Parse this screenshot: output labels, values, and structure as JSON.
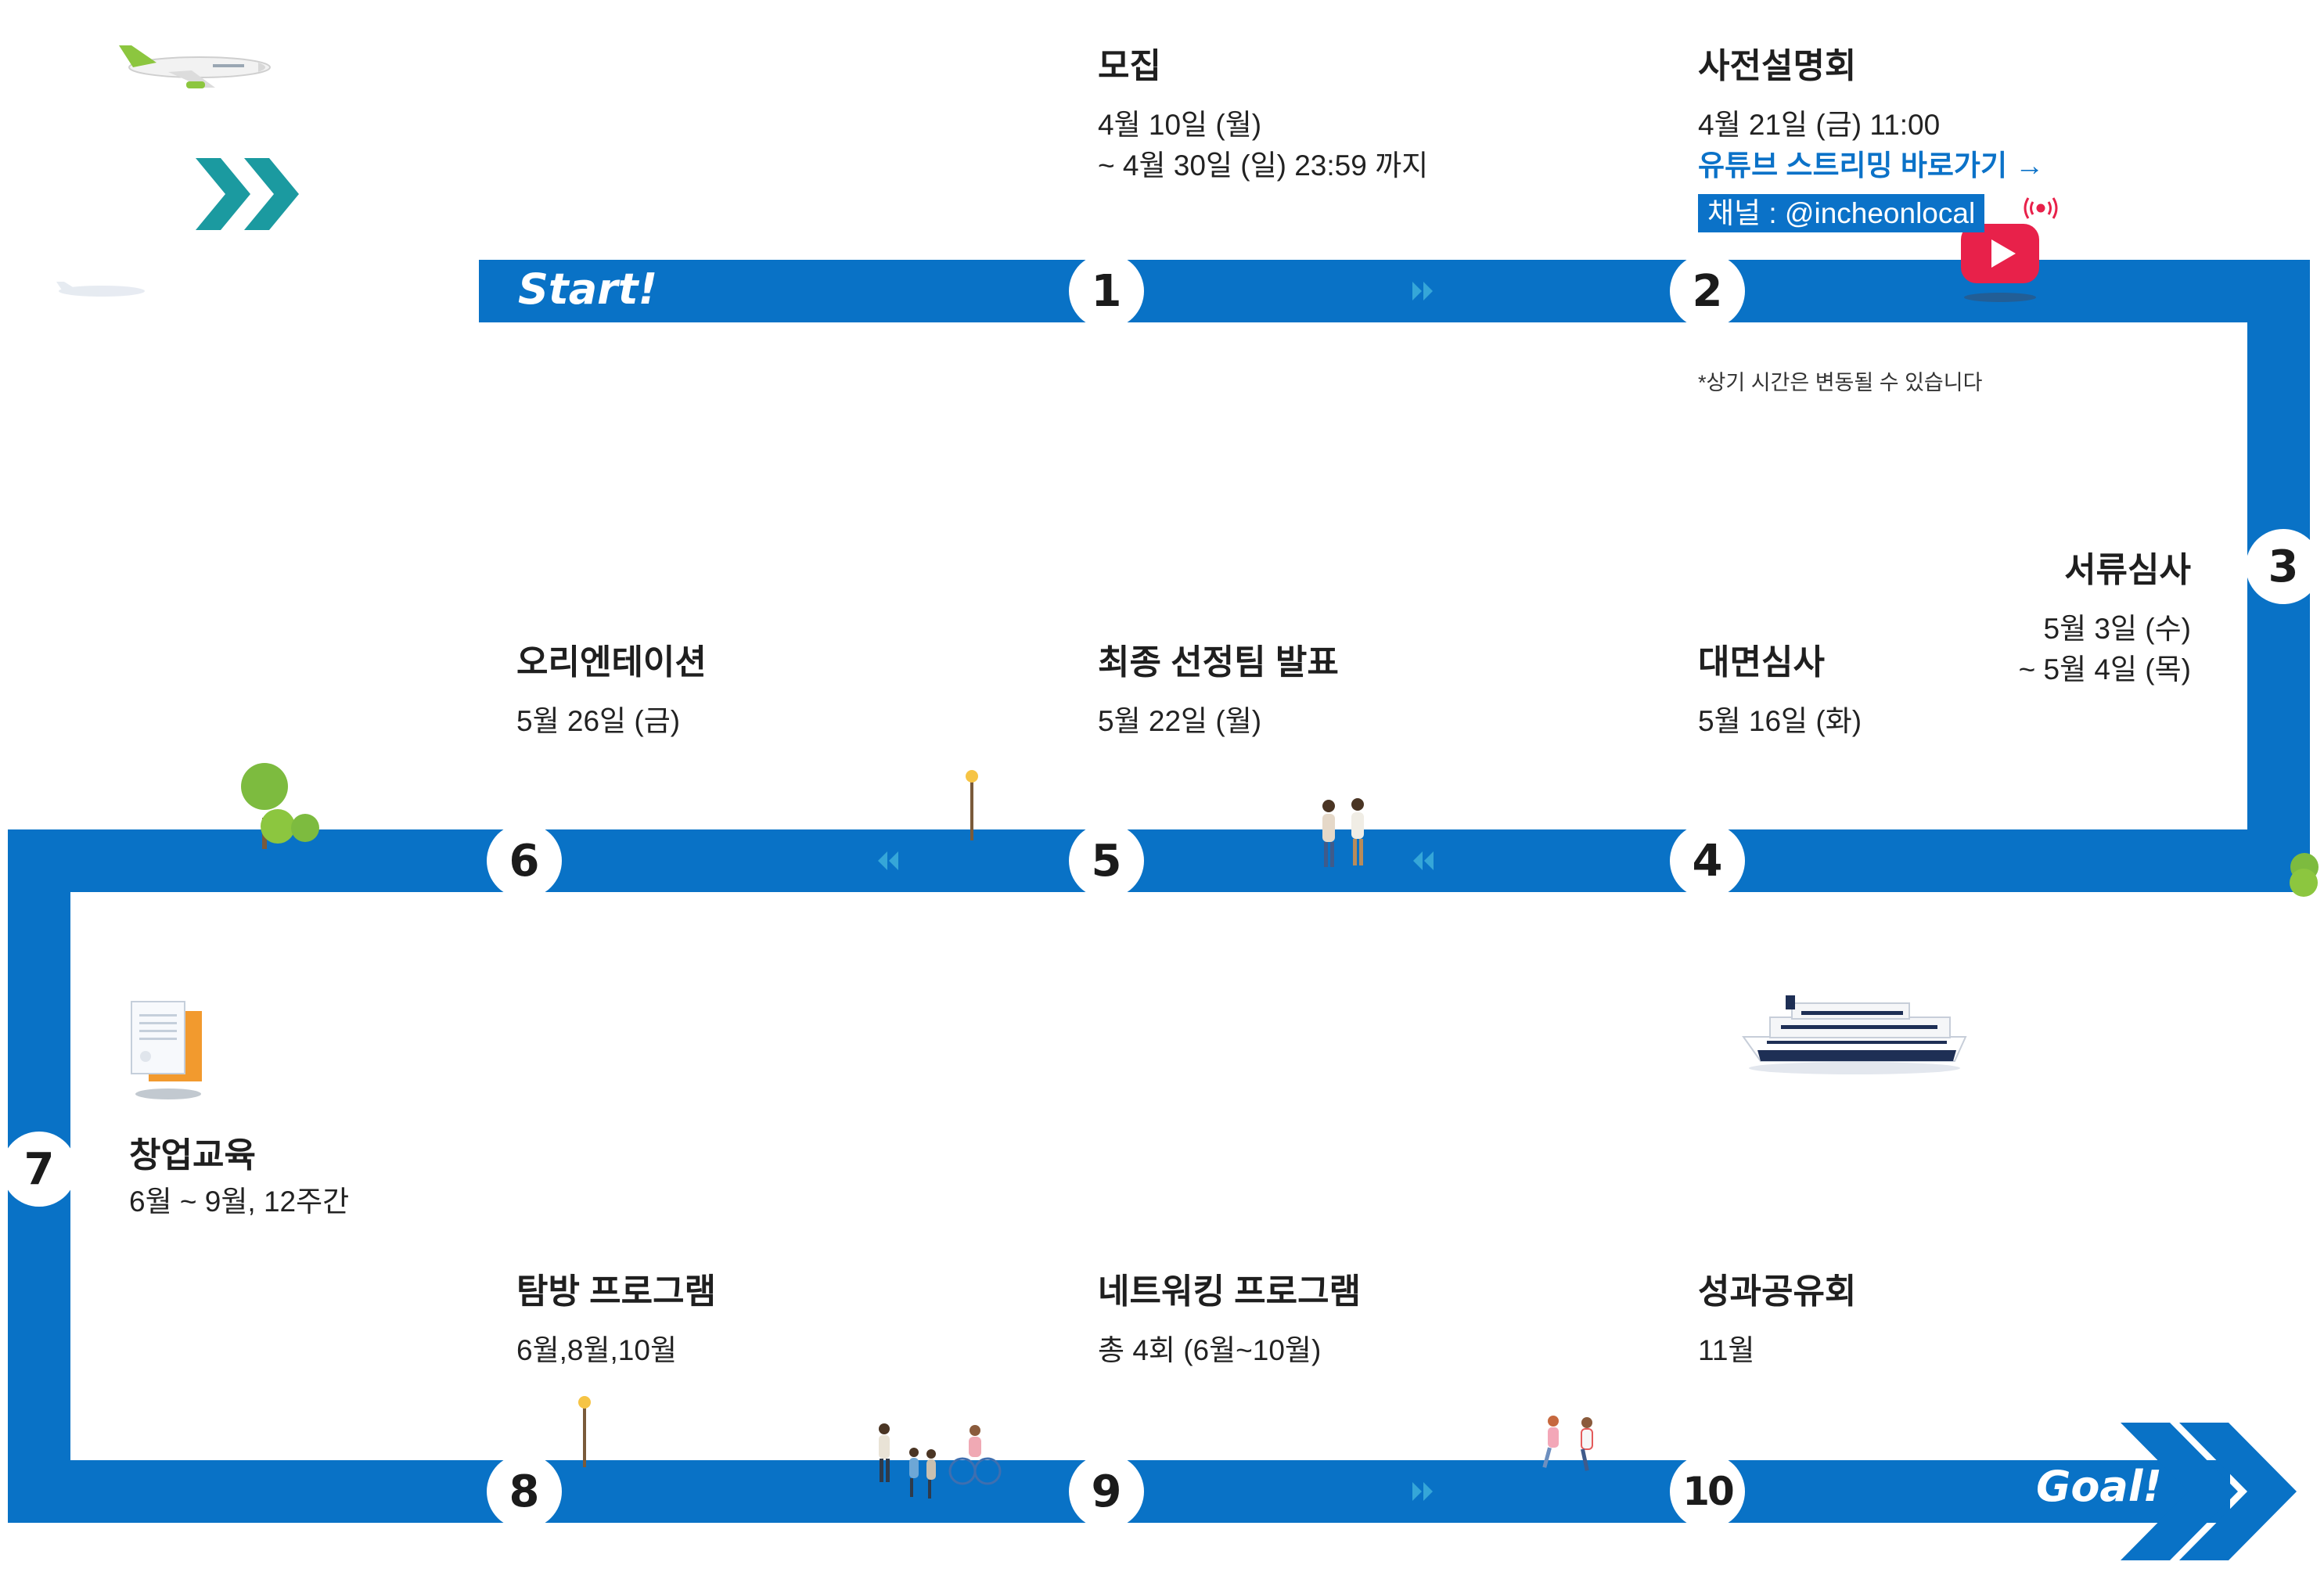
{
  "colors": {
    "road": "#0972c6",
    "chevron": "#35a6d8",
    "teal": "#1b9aa0",
    "link": "#0b72c8",
    "youtube": "#e8214a"
  },
  "road": {
    "start_label": "Start!",
    "goal_label": "Goal!"
  },
  "steps": [
    {
      "number": "1",
      "title": "모집",
      "dates": [
        "4월 10일 (월)",
        "~ 4월 30일 (일) 23:59 까지"
      ]
    },
    {
      "number": "2",
      "title": "사전설명회",
      "dates": [
        "4월 21일 (금) 11:00"
      ],
      "link": "유튜브 스트리밍 바로가기 →",
      "channel": "채널 : @incheonlocal",
      "note": "*상기 시간은 변동될 수 있습니다"
    },
    {
      "number": "3",
      "title": "서류심사",
      "dates": [
        "5월 3일 (수)",
        "~ 5월 4일 (목)"
      ]
    },
    {
      "number": "4",
      "title": "대면심사",
      "dates": [
        "5월 16일 (화)"
      ]
    },
    {
      "number": "5",
      "title": "최종 선정팀 발표",
      "dates": [
        "5월 22일 (월)"
      ]
    },
    {
      "number": "6",
      "title": "오리엔테이션",
      "dates": [
        "5월 26일 (금)"
      ]
    },
    {
      "number": "7",
      "title": "창업교육",
      "dates": [
        "6월 ~ 9월, 12주간"
      ]
    },
    {
      "number": "8",
      "title": "탐방 프로그램",
      "dates": [
        "6월,8월,10월"
      ]
    },
    {
      "number": "9",
      "title": "네트워킹 프로그램",
      "dates": [
        "총 4회 (6월~10월)"
      ]
    },
    {
      "number": "10",
      "title": "성과공유회",
      "dates": [
        "11월"
      ]
    }
  ],
  "icons": {
    "airplane": "airplane-icon",
    "fast_forward": "double-chevron-right-icon",
    "youtube": "youtube-play-icon",
    "live": "live-broadcast-icon",
    "documents": "documents-icon",
    "ship": "ferry-ship-icon",
    "tree": "tree-icon",
    "street_lamp": "street-lamp-icon",
    "people": "people-walking-icon"
  }
}
